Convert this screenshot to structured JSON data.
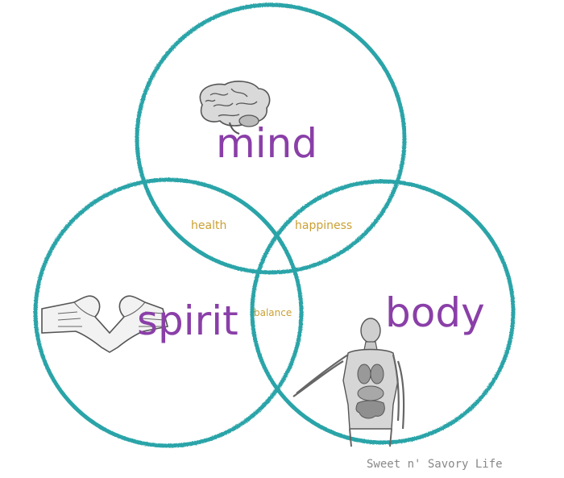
{
  "diagram": {
    "circles": [
      {
        "name": "mind",
        "label": "mind"
      },
      {
        "name": "spirit",
        "label": "spirit"
      },
      {
        "name": "body",
        "label": "body"
      }
    ],
    "overlaps": {
      "mind_spirit": "health",
      "mind_body": "happiness",
      "center": "balance"
    },
    "credit": "Sweet n' Savory Life"
  },
  "colors": {
    "circle_stroke": "#2aa4a8",
    "main_label": "#8a3fa8",
    "overlap_label": "#c9a032",
    "credit": "#888888",
    "illustration": "#6b6b6b"
  },
  "icons": [
    "brain-icon",
    "heart-hands-icon",
    "human-anatomy-icon"
  ]
}
